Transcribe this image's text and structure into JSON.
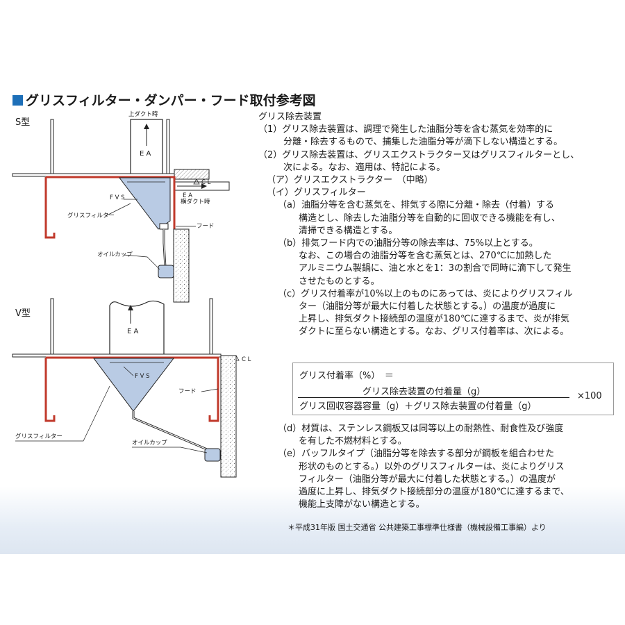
{
  "title": "グリスフィルター・ダンパー・フード取付参考図",
  "colors": {
    "accent": "#1d6fb8",
    "hood_red": "#c0392b",
    "filter_fill": "#b9cbe4",
    "background_band": "#e3eaf4"
  },
  "diagram": {
    "s_type": {
      "type_label": "S型",
      "up_duct_label": "上ダクト時",
      "ea_label": "E A",
      "cl_label": "C L",
      "fvs_label": "F V S",
      "ea_side_label": "E A",
      "side_duct_label": "横ダクト時",
      "grease_filter_label": "グリスフィルター",
      "hood_label": "フード",
      "oil_cup_label": "オイルカップ"
    },
    "v_type": {
      "type_label": "V型",
      "ea_label": "E A",
      "cl_label": "C L",
      "fvs_label": "F V S",
      "hood_label": "フード",
      "grease_filter_label": "グリスフィルター",
      "oil_cup_label": "オイルカップ"
    }
  },
  "spec": {
    "heading": "グリス除去装置",
    "item1": [
      "（1）グリス除去装置は、調理で発生した油脂分等を含む蒸気を効率的に",
      "分離・除去するもので、捕集した油脂分等が滴下しない構造とする。"
    ],
    "item2": [
      "（2）グリス除去装置は、グリスエクストラクター又はグリスフィルターとし、",
      "次による。なお、適用は、特記による。"
    ],
    "sub_a": "（ア）グリスエクストラクター　（中略）",
    "sub_i": "（イ）グリスフィルター",
    "a": [
      "（a）油脂分等を含む蒸気を、排気する際に分離・除去（付着）する",
      "構造とし、除去した油脂分等を自動的に回収できる機能を有し、",
      "清掃できる構造とする。"
    ],
    "b": [
      "（b）排気フード内での油脂分等の除去率は、75%以上とする。",
      "なお、この場合の油脂分等を含む蒸気とは、270℃に加熱した",
      "アルミニウム製鍋に、油と水とを1：3の割合で同時に滴下して発生",
      "させたものとする。"
    ],
    "c": [
      "（c）グリス付着率が10%以上のものにあっては、炎によりグリスフィル",
      "ター（油脂分等が最大に付着した状態とする。）の温度が過度に",
      "上昇し、排気ダクト接続部の温度が180℃に達するまで、炎が排気",
      "ダクトに至らない構造とする。なお、グリス付着率は、次による。"
    ],
    "formula": {
      "lhs": "グリス付着率（%）　＝",
      "numerator": "グリス除去装置の付着量（g）",
      "denominator": "グリス回収容器容量（g）＋グリス除去装置の付着量（g）",
      "multiplier": "×100"
    },
    "d": [
      "（d）材質は、ステンレス鋼板又は同等以上の耐熱性、耐食性及び強度",
      "を有した不燃材料とする。"
    ],
    "e": [
      "（e）バッフルタイプ（油脂分等を除去する部分が鋼板を組合わせた",
      "形状のものとする。）以外のグリスフィルターは、炎によりグリス",
      "フィルター（油脂分等が最大に付着した状態とする。）の温度が",
      "過度に上昇し、排気ダクト接続部分の温度が180℃に達するまで、",
      "機能上支障がない構造とする。"
    ],
    "source": "＊平成31年版 国土交通省 公共建築工事標準仕様書（機械設備工事編）より"
  }
}
